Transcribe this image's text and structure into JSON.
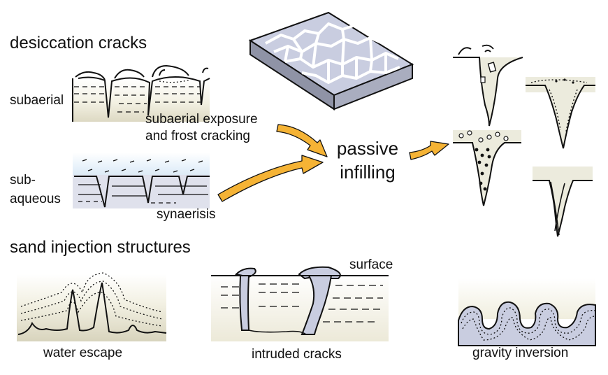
{
  "labels": {
    "desiccation_cracks": "desiccation cracks",
    "subaerial": "subaerial",
    "subaerial_exposure_line1": "subaerial exposure",
    "subaerial_exposure_line2": "and frost cracking",
    "sub_aqueous_line1": "sub-",
    "sub_aqueous_line2": "aqueous",
    "synaerisis": "synaerisis",
    "passive_line1": "passive",
    "passive_line2": "infilling",
    "sand_injection_structures": "sand injection structures",
    "surface": "surface",
    "water_escape": "water escape",
    "intruded_cracks": "intruded cracks",
    "gravity_inversion": "gravity inversion"
  },
  "colors": {
    "arrow": "#f5b335",
    "sediment_fill": "#c9cde0",
    "sand_pale": "#ece9d8",
    "water": "#dcecf7",
    "block_top": "#c9cde0",
    "block_side": "#8f93a6"
  }
}
